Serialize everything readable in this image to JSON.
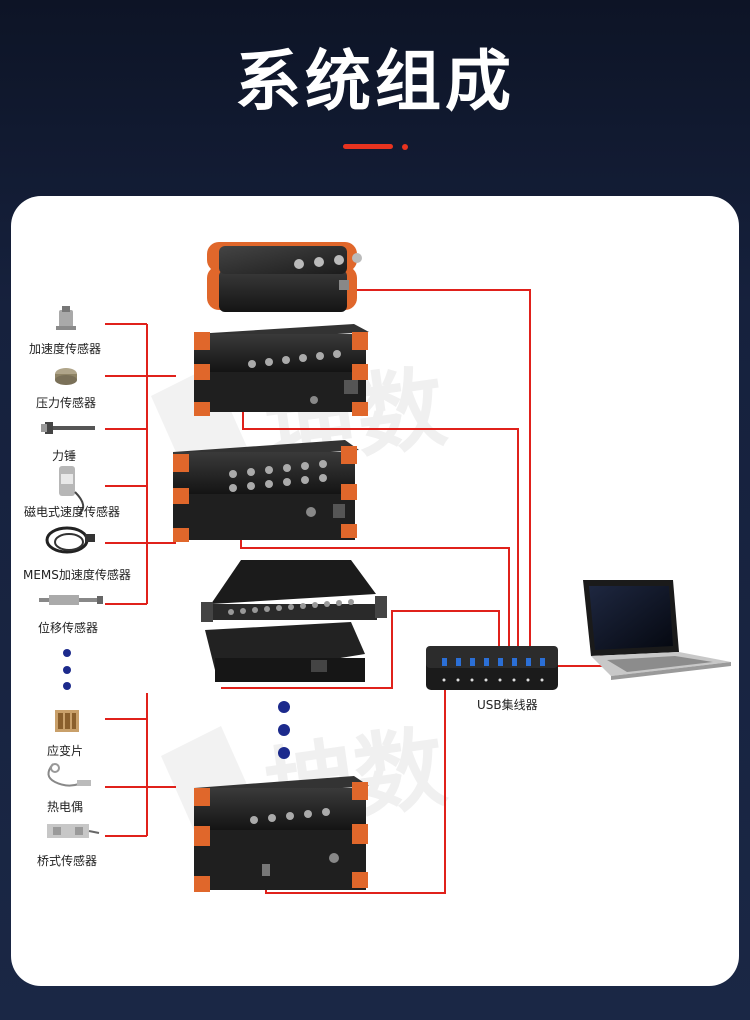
{
  "title": "系统组成",
  "sensors_group1": [
    "加速度传感器",
    "压力传感器",
    "力锤",
    "磁电式速度传感器",
    "MEMS加速度传感器",
    "位移传感器"
  ],
  "sensors_group2": [
    "应变片",
    "热电偶",
    "桥式传感器"
  ],
  "hub_label": "USB集线器",
  "watermark": "坤数",
  "colors": {
    "connector": "#e0211b",
    "accent": "#e8331f",
    "device_orange": "#e0672b",
    "device_body": "#262626",
    "dots": "#1c2a8c"
  }
}
